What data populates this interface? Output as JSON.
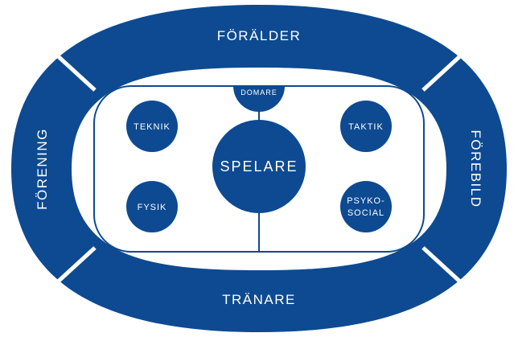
{
  "colors": {
    "primary": "#0d4a91",
    "background": "#ffffff"
  },
  "outer": {
    "top": "FÖRÄLDER",
    "bottom": "TRÄNARE",
    "left": "FÖRENING",
    "right": "FÖREBILD"
  },
  "rink": {
    "top_node": "DOMARE",
    "center": "SPELARE",
    "nodes": {
      "top_left": "TEKNIK",
      "top_right": "TAKTIK",
      "bottom_left": "FYSIK",
      "bottom_right_line1": "PSYKO-",
      "bottom_right_line2": "SOCIAL"
    }
  }
}
